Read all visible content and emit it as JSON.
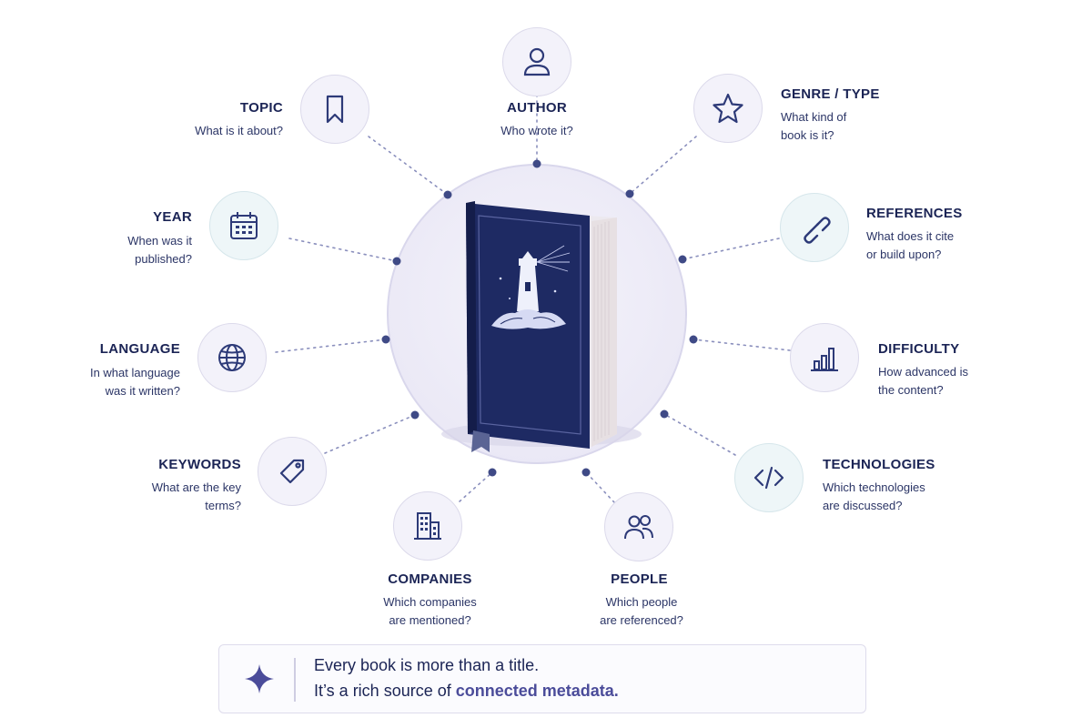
{
  "nodes": {
    "author": {
      "title": "AUTHOR",
      "desc": "Who wrote it?"
    },
    "topic": {
      "title": "TOPIC",
      "desc": "What is it about?"
    },
    "genre": {
      "title": "GENRE / TYPE",
      "desc": "What kind of\nbook is it?"
    },
    "year": {
      "title": "YEAR",
      "desc": "When was it\npublished?"
    },
    "references": {
      "title": "REFERENCES",
      "desc": "What does it cite\nor build upon?"
    },
    "language": {
      "title": "LANGUAGE",
      "desc": "In what language\nwas it written?"
    },
    "difficulty": {
      "title": "DIFFICULTY",
      "desc": "How advanced is\nthe content?"
    },
    "keywords": {
      "title": "KEYWORDS",
      "desc": "What are the key\nterms?"
    },
    "technologies": {
      "title": "TECHNOLOGIES",
      "desc": "Which technologies\nare discussed?"
    },
    "companies": {
      "title": "COMPANIES",
      "desc": "Which companies\nare mentioned?"
    },
    "people": {
      "title": "PEOPLE",
      "desc": "Which people\nare referenced?"
    }
  },
  "footer": {
    "line1": "Every book is more than a title.",
    "line2_prefix": "It’s a rich source of ",
    "line2_highlight": "connected metadata."
  },
  "colors": {
    "navy": "#1f2a5a",
    "book_cover": "#1e2a63",
    "accent": "#4b4c9a",
    "connector": "#6a6fa8"
  }
}
